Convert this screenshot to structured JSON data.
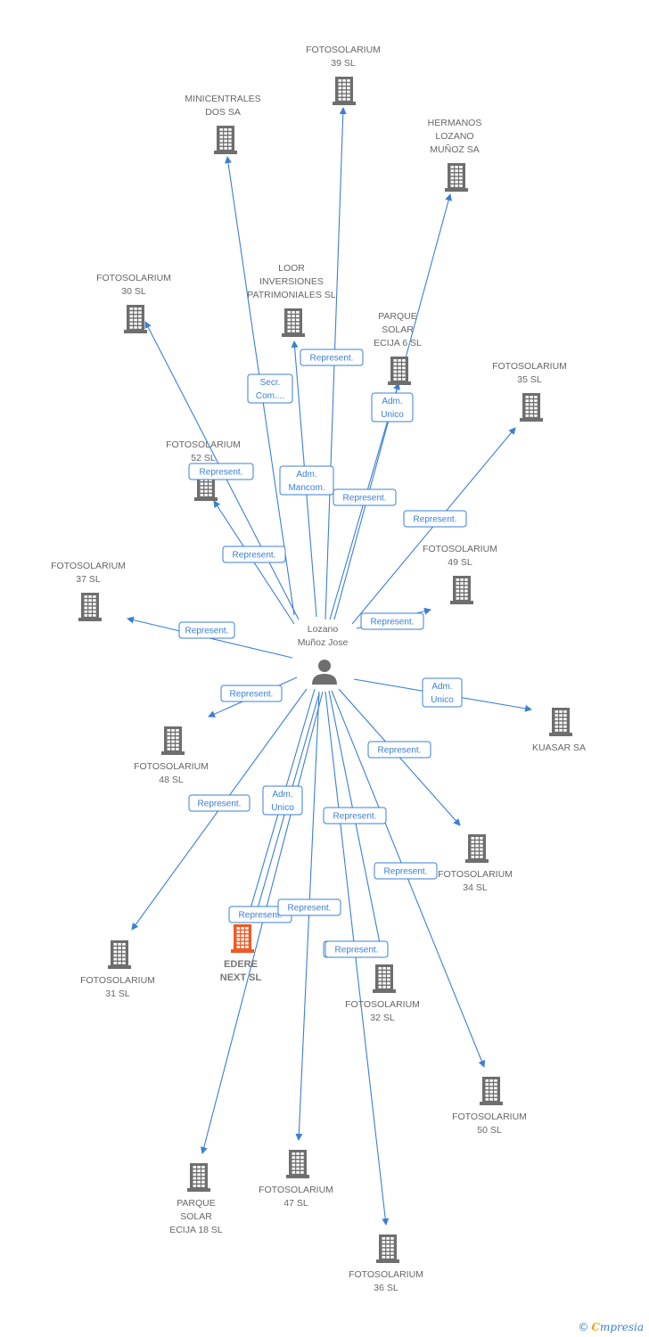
{
  "center": {
    "name_lines": [
      "Lozano",
      "Muñoz Jose"
    ]
  },
  "colors": {
    "edge": "#3a7fd5",
    "building": "#6e6e6e",
    "highlight": "#f05a24"
  },
  "nodes": [
    {
      "id": "n39",
      "lines": [
        "FOTOSOLARIUM",
        "39 SL"
      ],
      "icon": "building-icon"
    },
    {
      "id": "nmini",
      "lines": [
        "MINICENTRALES",
        "DOS SA"
      ],
      "icon": "building-icon"
    },
    {
      "id": "nherm",
      "lines": [
        "HERMANOS",
        "LOZANO",
        "MUÑOZ SA"
      ],
      "icon": "building-icon"
    },
    {
      "id": "n30",
      "lines": [
        "FOTOSOLARIUM",
        "30 SL"
      ],
      "icon": "building-icon"
    },
    {
      "id": "nloor",
      "lines": [
        "LOOR",
        "INVERSIONES",
        "PATRIMONIALES SL"
      ],
      "icon": "building-icon"
    },
    {
      "id": "npse6",
      "lines": [
        "PARQUE",
        "SOLAR",
        "ECIJA 6 SL"
      ],
      "icon": "building-icon"
    },
    {
      "id": "n35",
      "lines": [
        "FOTOSOLARIUM",
        "35 SL"
      ],
      "icon": "building-icon"
    },
    {
      "id": "n52",
      "lines": [
        "FOTOSOLARIUM",
        "52 SL"
      ],
      "icon": "building-icon"
    },
    {
      "id": "n49",
      "lines": [
        "FOTOSOLARIUM",
        "49 SL"
      ],
      "icon": "building-icon"
    },
    {
      "id": "n37",
      "lines": [
        "FOTOSOLARIUM",
        "37 SL"
      ],
      "icon": "building-icon"
    },
    {
      "id": "nkua",
      "lines": [
        "KUASAR SA"
      ],
      "icon": "building-icon"
    },
    {
      "id": "n48",
      "lines": [
        "FOTOSOLARIUM",
        "48 SL"
      ],
      "icon": "building-icon"
    },
    {
      "id": "n34",
      "lines": [
        "FOTOSOLARIUM",
        "34 SL"
      ],
      "icon": "building-icon"
    },
    {
      "id": "n31",
      "lines": [
        "FOTOSOLARIUM",
        "31 SL"
      ],
      "icon": "building-icon"
    },
    {
      "id": "nedere",
      "lines": [
        "EDERE",
        "NEXT SL"
      ],
      "icon": "building-icon",
      "highlight": true
    },
    {
      "id": "n32",
      "lines": [
        "FOTOSOLARIUM",
        "32 SL"
      ],
      "icon": "building-icon"
    },
    {
      "id": "n50",
      "lines": [
        "FOTOSOLARIUM",
        "50 SL"
      ],
      "icon": "building-icon"
    },
    {
      "id": "npse18",
      "lines": [
        "PARQUE",
        "SOLAR",
        "ECIJA 18 SL"
      ],
      "icon": "building-icon"
    },
    {
      "id": "n47",
      "lines": [
        "FOTOSOLARIUM",
        "47 SL"
      ],
      "icon": "building-icon"
    },
    {
      "id": "n36",
      "lines": [
        "FOTOSOLARIUM",
        "36 SL"
      ],
      "icon": "building-icon"
    }
  ],
  "edges": [
    {
      "to": "n39",
      "lines": [
        "Represent."
      ]
    },
    {
      "to": "nmini",
      "lines": [
        "Secr.",
        "Com...."
      ]
    },
    {
      "to": "nherm",
      "lines": [
        "Adm.",
        "Unico"
      ]
    },
    {
      "to": "n30",
      "lines": [
        "Represent."
      ]
    },
    {
      "to": "nloor",
      "lines": [
        "Adm.",
        "Mancom."
      ]
    },
    {
      "to": "npse6",
      "lines": [
        "Represent."
      ]
    },
    {
      "to": "n35",
      "lines": [
        "Represent."
      ]
    },
    {
      "to": "n52",
      "lines": [
        "Represent."
      ]
    },
    {
      "to": "n49",
      "lines": [
        "Represent."
      ]
    },
    {
      "to": "n37",
      "lines": [
        "Represent."
      ]
    },
    {
      "to": "nkua",
      "lines": [
        "Adm.",
        "Unico"
      ]
    },
    {
      "to": "n48",
      "lines": [
        "Represent."
      ]
    },
    {
      "to": "n34",
      "lines": [
        "Represent."
      ]
    },
    {
      "to": "n31",
      "lines": [
        "Represent."
      ]
    },
    {
      "to": "nedere",
      "lines": [
        "Adm.",
        "Unico"
      ]
    },
    {
      "to": "nedere",
      "lines": [
        "Represent."
      ]
    },
    {
      "to": "n32",
      "lines": [
        "Represent."
      ]
    },
    {
      "to": "n50",
      "lines": [
        "Represent."
      ]
    },
    {
      "to": "npse18",
      "lines": [
        "Represent."
      ]
    },
    {
      "to": "n47",
      "lines": [
        "Represent."
      ]
    },
    {
      "to": "n36",
      "lines": [
        "Represent."
      ]
    }
  ],
  "footer": {
    "copyright": "©",
    "brand_initial": "C",
    "brand_rest": "mpresia"
  }
}
